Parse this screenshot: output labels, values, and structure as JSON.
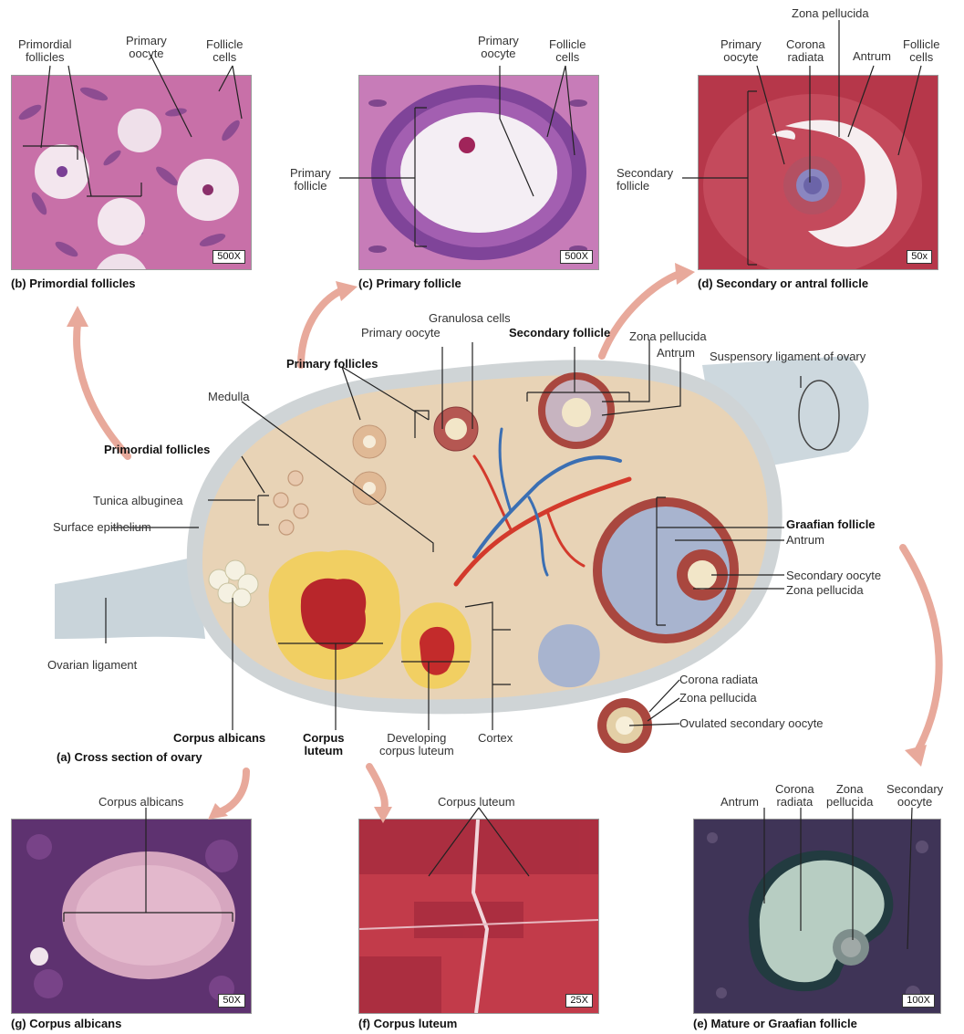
{
  "panels": {
    "b": {
      "caption": "(b) Primordial follicles",
      "magnification": "500X",
      "labels": {
        "primordial": "Primordial\nfollicles",
        "oocyte": "Primary\noocyte",
        "cells": "Follicle\ncells"
      }
    },
    "c": {
      "caption": "(c) Primary follicle",
      "magnification": "500X",
      "labels": {
        "oocyte": "Primary\noocyte",
        "cells": "Follicle\ncells",
        "follicle": "Primary\nfollicle"
      }
    },
    "d": {
      "caption": "(d) Secondary or antral follicle",
      "magnification": "50x",
      "labels": {
        "zona": "Zona pellucida",
        "oocyte": "Primary\noocyte",
        "corona": "Corona\nradiata",
        "antrum": "Antrum",
        "cells": "Follicle\ncells",
        "secondary": "Secondary\nfollicle"
      }
    },
    "e": {
      "caption": "(e) Mature or Graafian follicle",
      "magnification": "100X",
      "labels": {
        "antrum": "Antrum",
        "corona": "Corona\nradiata",
        "zona": "Zona\npellucida",
        "oocyte": "Secondary\noocyte"
      }
    },
    "f": {
      "caption": "(f) Corpus luteum",
      "magnification": "25X",
      "labels": {
        "luteum": "Corpus luteum"
      }
    },
    "g": {
      "caption": "(g) Corpus albicans",
      "magnification": "50X",
      "labels": {
        "albicans": "Corpus albicans"
      }
    }
  },
  "ovary": {
    "caption": "(a) Cross section of ovary",
    "labels": {
      "granulosa": "Granulosa cells",
      "primary_oocyte": "Primary oocyte",
      "secondary_follicle": "Secondary follicle",
      "zona": "Zona pellucida",
      "antrum": "Antrum",
      "suspensory": "Suspensory ligament of ovary",
      "primary_follicles": "Primary follicles",
      "medulla": "Medulla",
      "primordial_follicles": "Primordial follicles",
      "tunica": "Tunica albuginea",
      "surface": "Surface epithelium",
      "ovarian_ligament": "Ovarian ligament",
      "graafian": "Graafian follicle",
      "g_antrum": "Antrum",
      "g_secondary_oocyte": "Secondary oocyte",
      "g_zona": "Zona pellucida",
      "o_corona": "Corona radiata",
      "o_zona": "Zona pellucida",
      "ovulated": "Ovulated secondary oocyte",
      "corpus_albicans": "Corpus albicans",
      "corpus_luteum": "Corpus\nluteum",
      "developing": "Developing\ncorpus luteum",
      "cortex": "Cortex"
    }
  },
  "colors": {
    "he_pink": "#d67fb4",
    "he_purple": "#7a3f95",
    "red_stain": "#c0384c",
    "ovary_tissue": "#e8d3b6",
    "arrow": "#f1c1b6",
    "vein": "#3b6fb3",
    "artery": "#d33a2c"
  }
}
